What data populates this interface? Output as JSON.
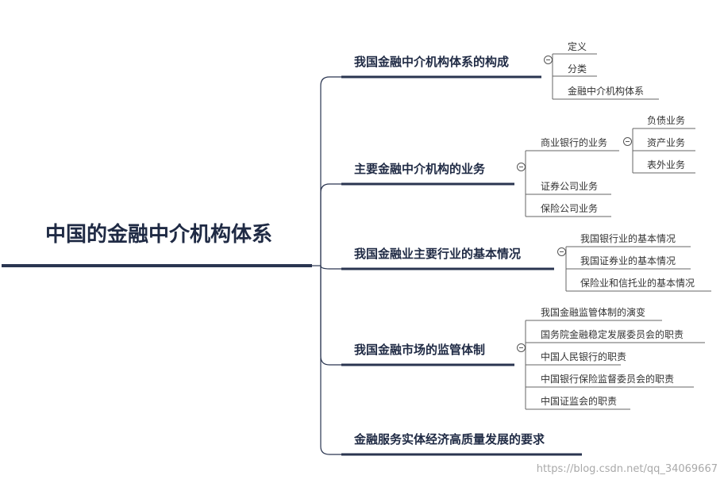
{
  "root": {
    "title": "中国的金融中介机构体系"
  },
  "branches": [
    {
      "label": "我国金融中介机构体系的构成",
      "children": [
        "定义",
        "分类",
        "金融中介机构体系"
      ]
    },
    {
      "label": "主要金融中介机构的业务",
      "children": [
        "商业银行的业务",
        "证券公司业务",
        "保险公司业务"
      ],
      "sub": {
        "label": "商业银行的业务",
        "children": [
          "负债业务",
          "资产业务",
          "表外业务"
        ]
      }
    },
    {
      "label": "我国金融业主要行业的基本情况",
      "children": [
        "我国银行业的基本情况",
        "我国证券业的基本情况",
        "保险业和信托业的基本情况"
      ]
    },
    {
      "label": "我国金融市场的监管体制",
      "children": [
        "我国金融监管体制的演变",
        "国务院金融稳定发展委员会的职责",
        "中国人民银行的职责",
        "中国银行保险监督委员会的职责",
        "中国证监会的职责"
      ]
    },
    {
      "label": "金融服务实体经济高质量发展的要求",
      "children": []
    }
  ],
  "watermark": "https://blog.csdn.net/qq_34069667",
  "colors": {
    "line": "#2a3550",
    "text": "#1f2a44"
  }
}
